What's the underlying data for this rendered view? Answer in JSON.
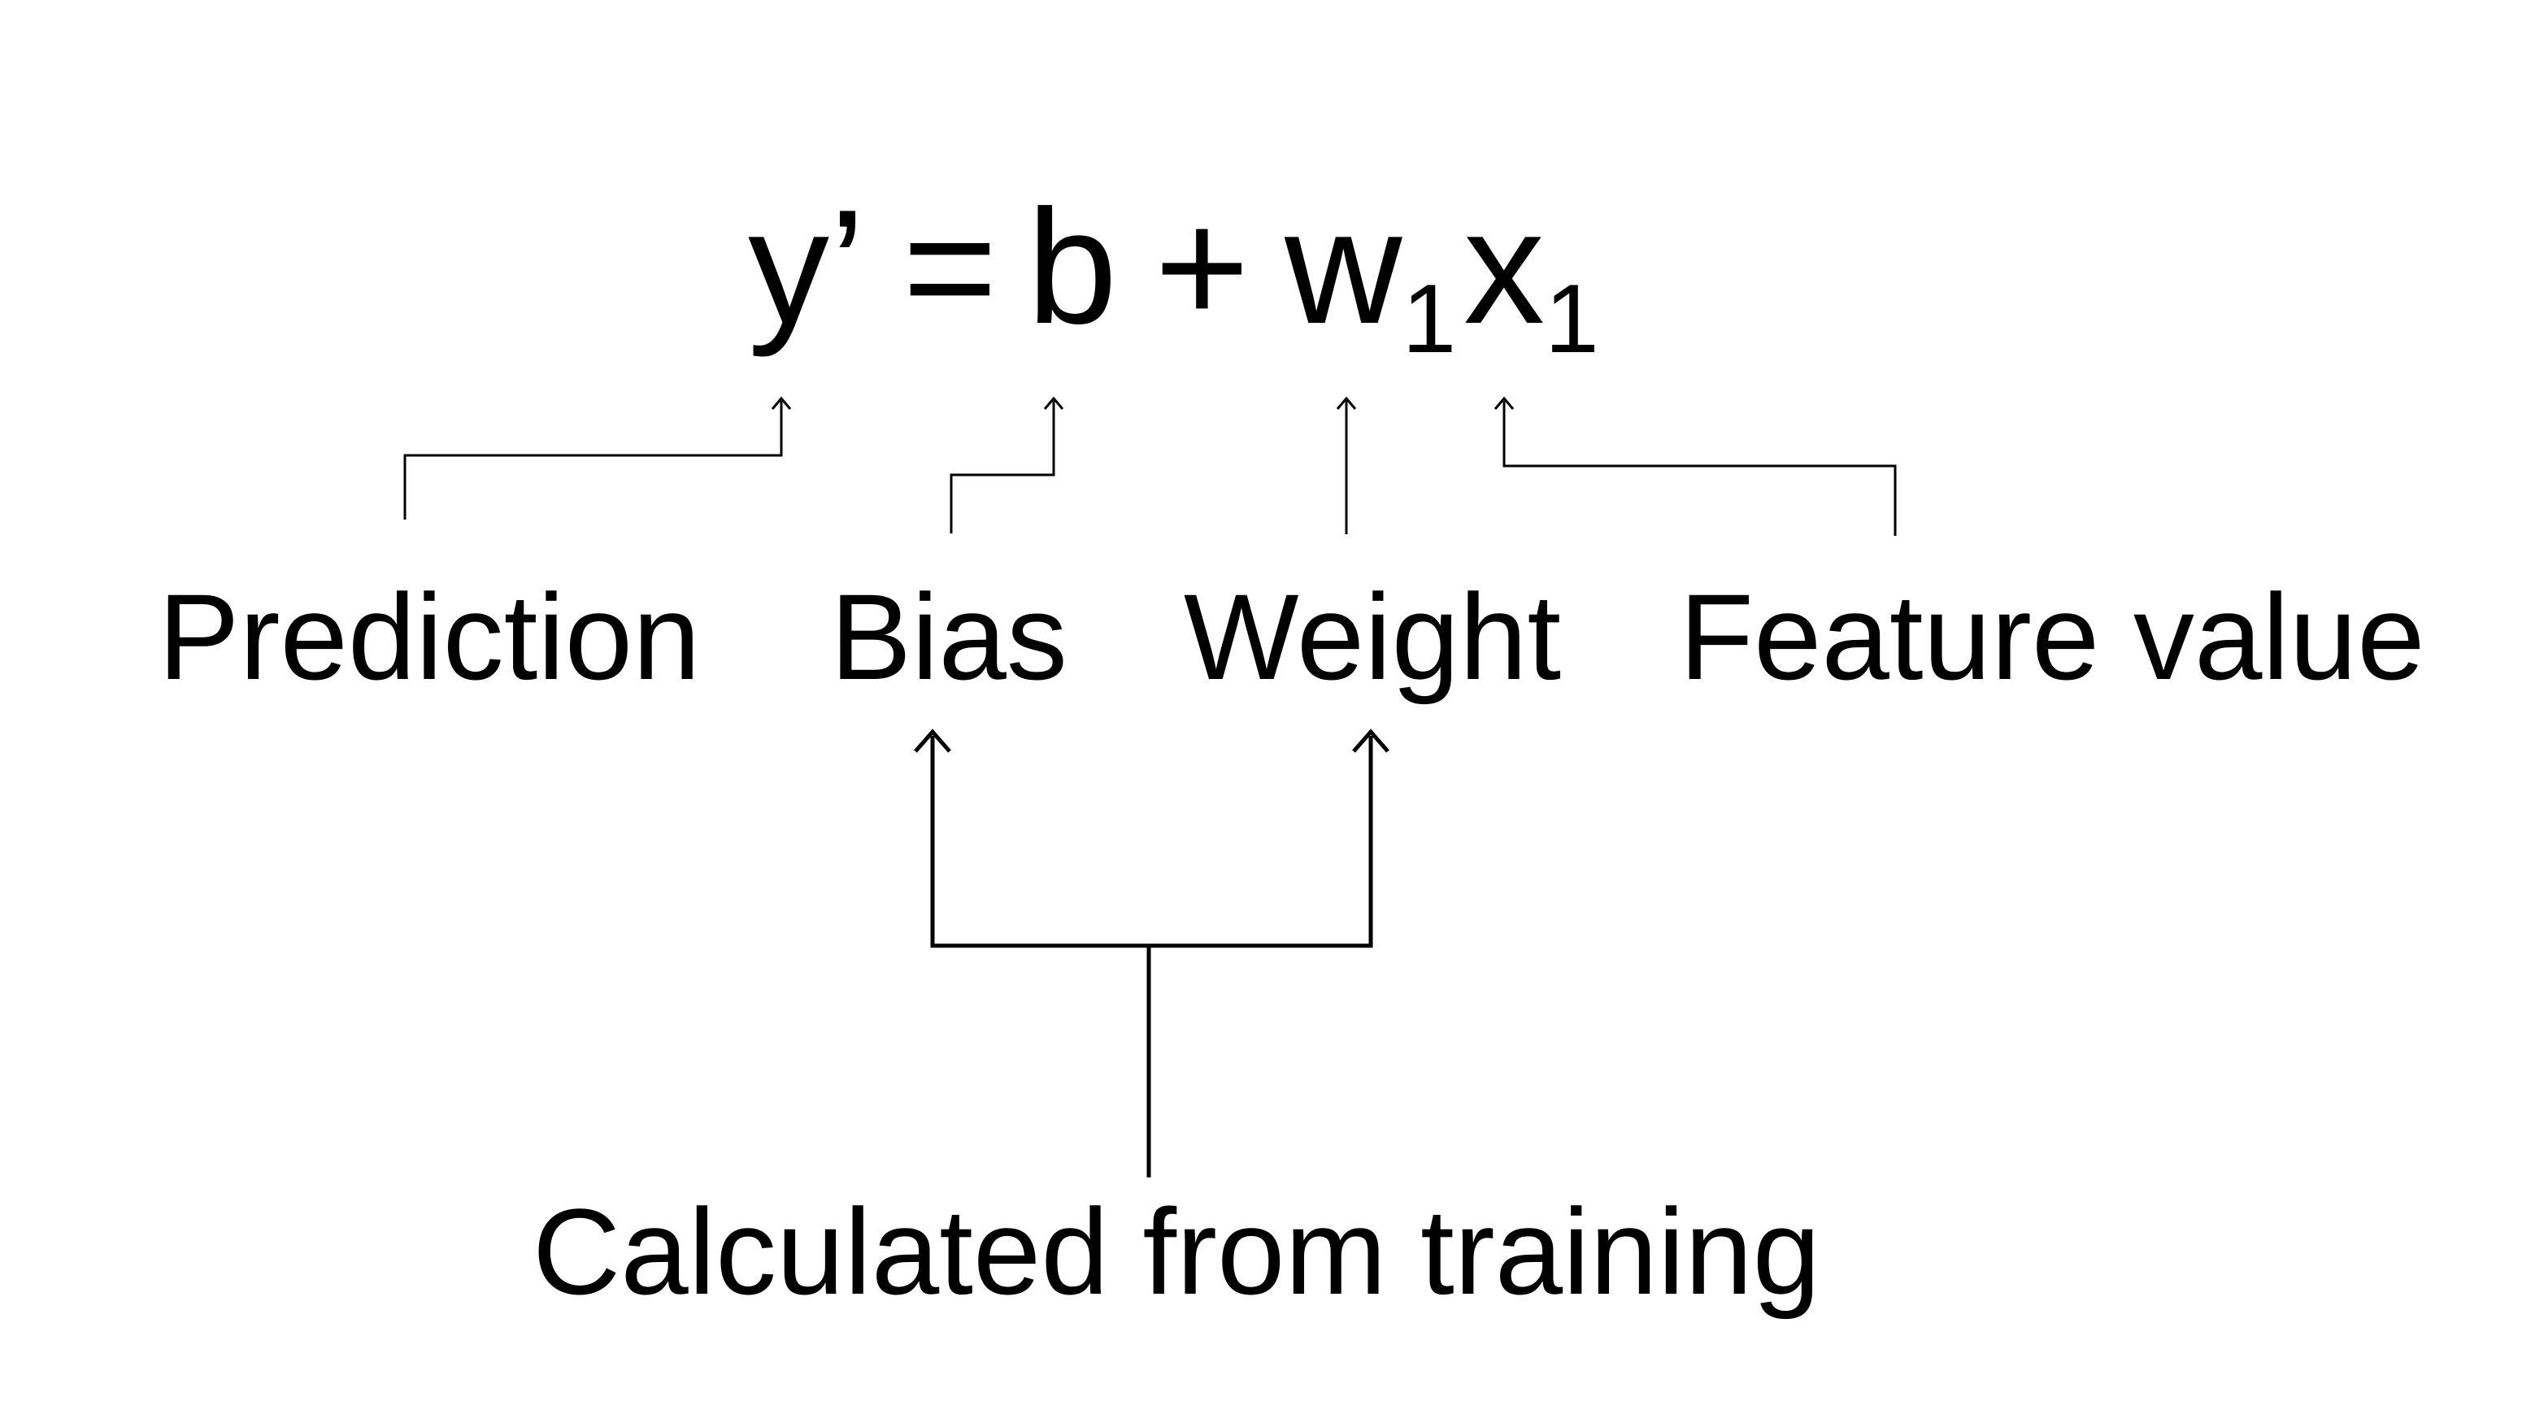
{
  "colors": {
    "background": "#ffffff",
    "ink": "#000000"
  },
  "formula": {
    "prediction": "y’",
    "equals": "=",
    "bias": "b",
    "plus": "+",
    "weight_base": "w",
    "weight_subscript": "1",
    "feature_base": "x",
    "feature_subscript": "1"
  },
  "labels": {
    "prediction": "Prediction",
    "bias": "Bias",
    "weight": "Weight",
    "feature_value": "Feature value",
    "calculated_from_training": "Calculated from training"
  }
}
